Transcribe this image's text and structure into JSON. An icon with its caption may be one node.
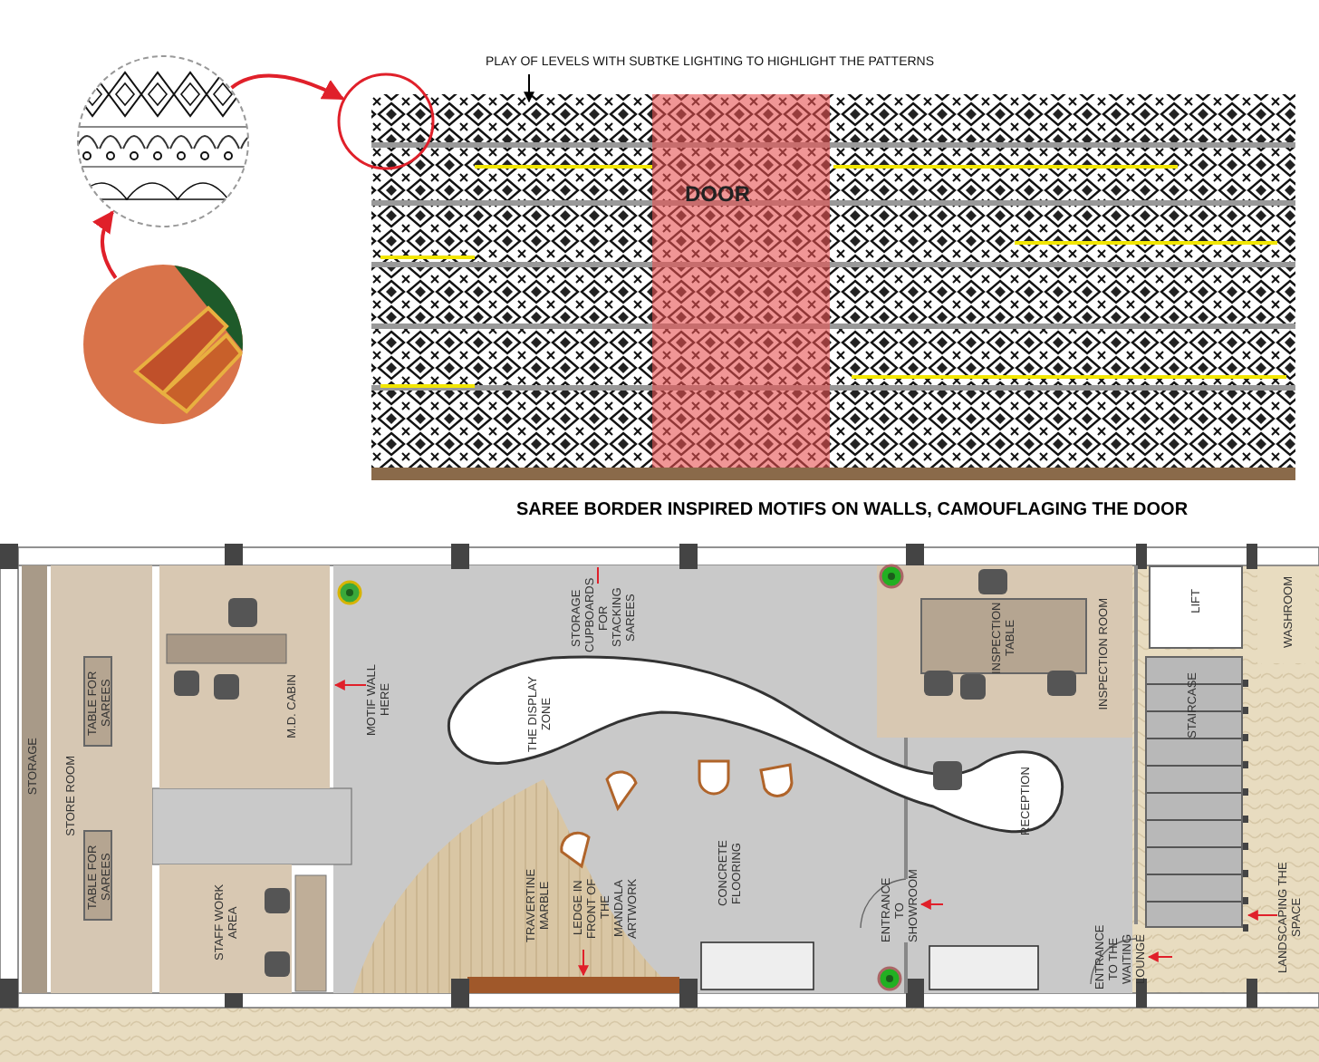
{
  "diagram": {
    "caption": "SAREE BORDER INSPIRED MOTIFS ON WALLS, CAMOUFLAGING THE DOOR",
    "nodes": [
      {
        "text": [],
        "shape": "picture"
      },
      {
        "text": [],
        "shape": "picture"
      },
      {
        "text": [],
        "shape": "circle"
      },
      {
        "text": [
          "PLAY OF LEVELS WITH SUBTKE LIGHTING TO HIGHLIGHT THE PATTERNS"
        ]
      },
      {
        "text": [
          "DOOR"
        ]
      },
      {
        "text": [
          "STORAGE"
        ]
      },
      {
        "text": [
          "STORE ROOM"
        ]
      },
      {
        "text": [
          "TABLE FOR SAREES"
        ],
        "in": 6
      },
      {
        "text": [
          "TABLE FOR SAREES"
        ],
        "in": 6
      },
      {
        "text": [
          "M.D. CABIN"
        ]
      },
      {
        "text": [
          "STAFF WORK AREA"
        ]
      },
      {
        "text": [
          "MOTIF WALL HERE"
        ]
      },
      {
        "text": [
          "STORAGE CUPBOARDS FOR STACKING SAREES"
        ]
      },
      {
        "text": [
          "THE DISPLAY ZONE"
        ]
      },
      {
        "text": [
          "LEDGE IN FRONT OF THE MANDALA ARTWORK"
        ]
      },
      {
        "text": [
          "INSPECTION ROOM"
        ]
      },
      {
        "text": [
          "INSPECTION TABLE"
        ],
        "in": 15
      },
      {
        "text": [
          "LIFT"
        ]
      },
      {
        "text": [
          "STAIRCASE"
        ]
      },
      {
        "text": [
          "WASHROOM"
        ]
      },
      {
        "text": [
          "ENTRANCE TO SHOWROOM"
        ]
      },
      {
        "text": [
          "ENTRANCE TO THE WAITING LOUNGE"
        ]
      },
      {
        "text": [
          "LANDSCAPING THE SPACE"
        ]
      }
    ],
    "edges": [
      {
        "from": 1,
        "to": 0,
        "arrow": "to"
      },
      {
        "from": 0,
        "to": 2,
        "arrow": "to"
      },
      {
        "from": 3,
        "to": null,
        "arrow": "to",
        "color": "#000000"
      },
      {
        "from": 11,
        "to": null,
        "arrow": "to"
      },
      {
        "from": 12,
        "to": null,
        "arrow": "none"
      },
      {
        "from": 14,
        "to": null,
        "arrow": "to"
      },
      {
        "from": null,
        "to": 20,
        "arrow": "to"
      },
      {
        "from": null,
        "to": 21,
        "arrow": "to"
      },
      {
        "from": 22,
        "to": null,
        "arrow": "to"
      }
    ],
    "labels": [
      "TRAVERTINE MARBLE",
      "CONCRETE FLOORING",
      "RECEPTION"
    ]
  }
}
